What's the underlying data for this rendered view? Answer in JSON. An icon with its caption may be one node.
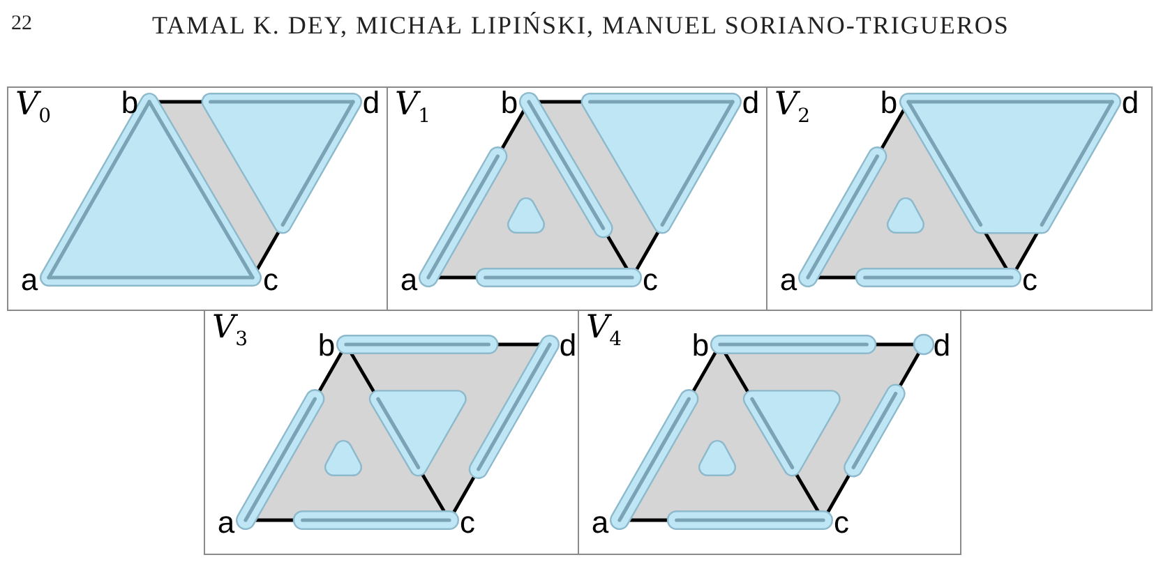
{
  "diagram": {
    "nodes": [
      {
        "text": [
          "V$_{0}$",
          "b",
          "d",
          "a",
          "c"
        ]
      },
      {
        "text": [
          "V$_{1}$",
          "b",
          "d",
          "a",
          "c"
        ]
      },
      {
        "text": [
          "V$_{2}$",
          "b",
          "d",
          "a",
          "c"
        ]
      },
      {
        "text": [
          "V$_{3}$",
          "b",
          "d",
          "a",
          "c"
        ]
      },
      {
        "text": [
          "V$_{4}$",
          "b",
          "d",
          "a",
          "c"
        ]
      }
    ],
    "labels": [
      "22",
      "TAMAL K. DEY, MICHAŁ LIPIŃSKI, MANUEL SORIANO-TRIGUEROS"
    ]
  }
}
